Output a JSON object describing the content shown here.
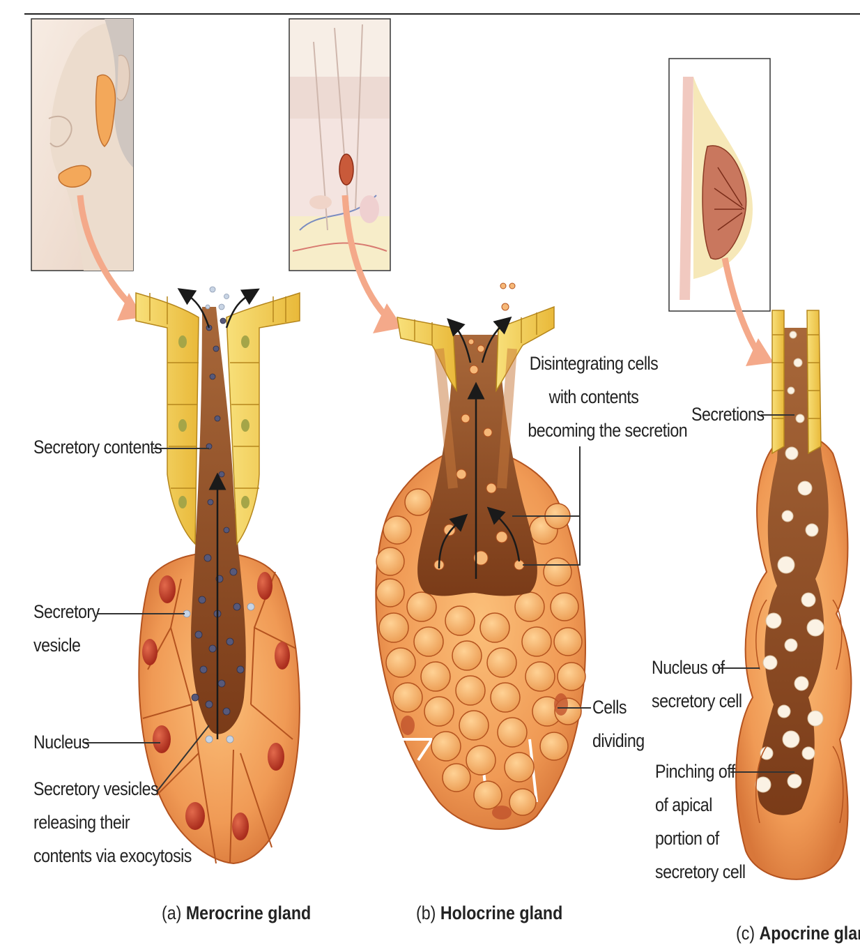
{
  "panels": [
    {
      "caption_prefix": "(a)",
      "caption_bold": "Merocrine gland",
      "labels": {
        "secretory_contents": "Secretory contents",
        "secretory_vesicle": [
          "Secretory",
          "vesicle"
        ],
        "nucleus": "Nucleus",
        "vesicles_releasing": [
          "Secretory vesicles",
          "releasing their",
          "contents via exocytosis"
        ]
      }
    },
    {
      "caption_prefix": "(b)",
      "caption_bold": "Holocrine gland",
      "labels": {
        "disintegrating": [
          "Disintegrating cells",
          "with contents",
          "becoming the secretion"
        ],
        "cells_dividing": [
          "Cells",
          "dividing"
        ]
      }
    },
    {
      "caption_prefix": "(c)",
      "caption_bold": "Apocrine gland",
      "labels": {
        "secretions": "Secretions",
        "nucleus_secretory": [
          "Nucleus of",
          "secretory cell"
        ],
        "pinching": [
          "Pinching off",
          "of apical",
          "portion of",
          "secretory cell"
        ]
      }
    }
  ],
  "colors": {
    "cell_orange": "#f2a35e",
    "cell_outline": "#b4531f",
    "lumen_brown": "#8c4a22",
    "duct_yellow": "#f3cf52",
    "nucleus_red": "#c9432c",
    "vesicle_blue": "#57597a",
    "arrow_peach": "#f4a98a"
  }
}
